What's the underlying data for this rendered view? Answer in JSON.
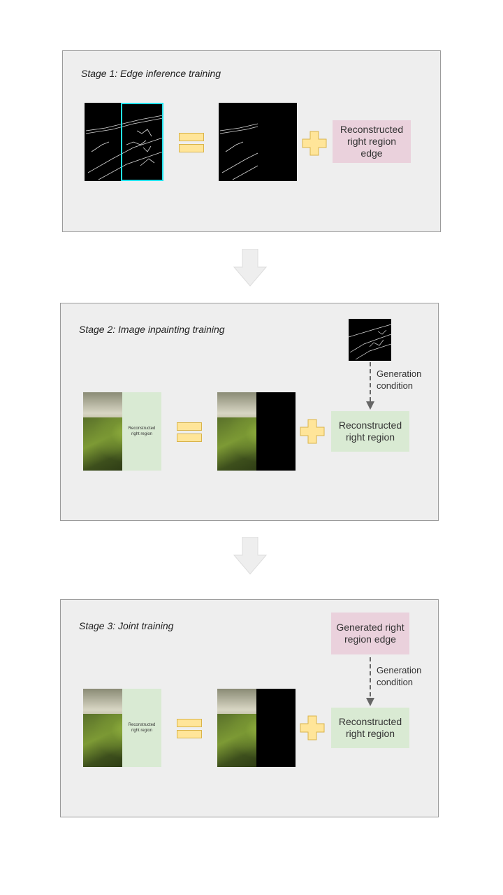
{
  "stage1": {
    "title": "Stage 1: Edge inference training",
    "result_box": "Reconstructed right region edge"
  },
  "stage2": {
    "title": "Stage 2: Image inpainting training",
    "image_overlay": "Reconstructed right region",
    "condition_label": "Generation condition",
    "result_box": "Reconstructed right region"
  },
  "stage3": {
    "title": "Stage 3: Joint training",
    "image_overlay": "Reconstructed right region",
    "source_box": "Generated right region edge",
    "condition_label": "Generation condition",
    "result_box": "Reconstructed right region"
  },
  "colors": {
    "panel": "#eeeeee",
    "pink": "#ead1dc",
    "green": "#d9ead3",
    "yellow": "#ffe599",
    "highlight": "#22e3ee"
  }
}
